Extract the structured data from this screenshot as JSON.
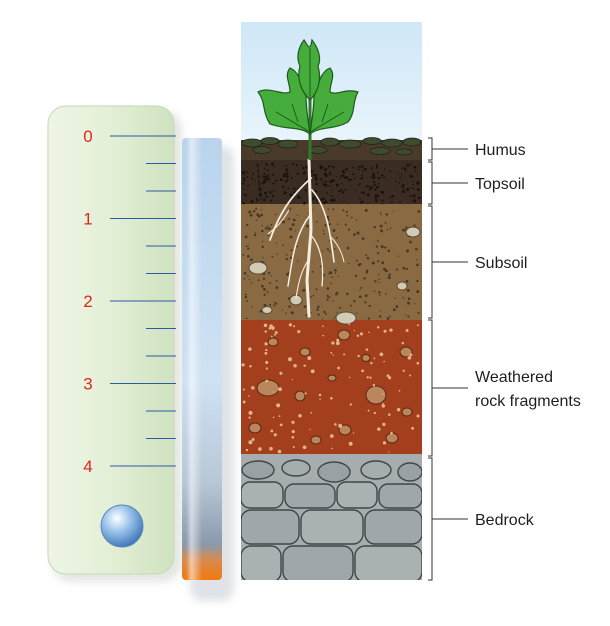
{
  "ruler": {
    "labels": [
      "0",
      "1",
      "2",
      "3",
      "4"
    ],
    "label_color": "#e0261b",
    "tick_color": "#2a5aa8"
  },
  "layers": [
    {
      "name": "Humus",
      "lines": [
        "Humus"
      ]
    },
    {
      "name": "Topsoil",
      "lines": [
        "Topsoil"
      ]
    },
    {
      "name": "Subsoil",
      "lines": [
        "Subsoil"
      ]
    },
    {
      "name": "Weathered rock fragments",
      "lines": [
        "Weathered",
        "rock fragments"
      ]
    },
    {
      "name": "Bedrock",
      "lines": [
        "Bedrock"
      ]
    }
  ],
  "colors": {
    "sky": "#dbeef9",
    "humus": "#4a3a2c",
    "topsoil": "#3a2c22",
    "subsoil": "#8a6a43",
    "weathered": "#a33f1c",
    "bedrock": "#a7adaf",
    "leaf": "#3fa53a",
    "tube_bottom": "#f07a12"
  }
}
